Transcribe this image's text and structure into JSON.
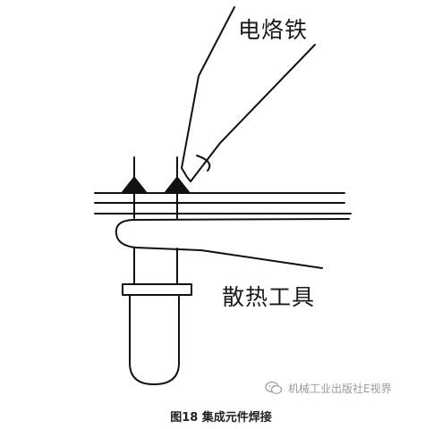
{
  "labels": {
    "soldering_iron": "电烙铁",
    "heat_sink_tool": "散热工具"
  },
  "watermark": {
    "text": "机械工业出版社E视界",
    "icon": "wechat-bubble-icon"
  },
  "caption": "图18 集成元件焊接",
  "colors": {
    "line": "#111111",
    "watermark": "#9a9a9a"
  }
}
